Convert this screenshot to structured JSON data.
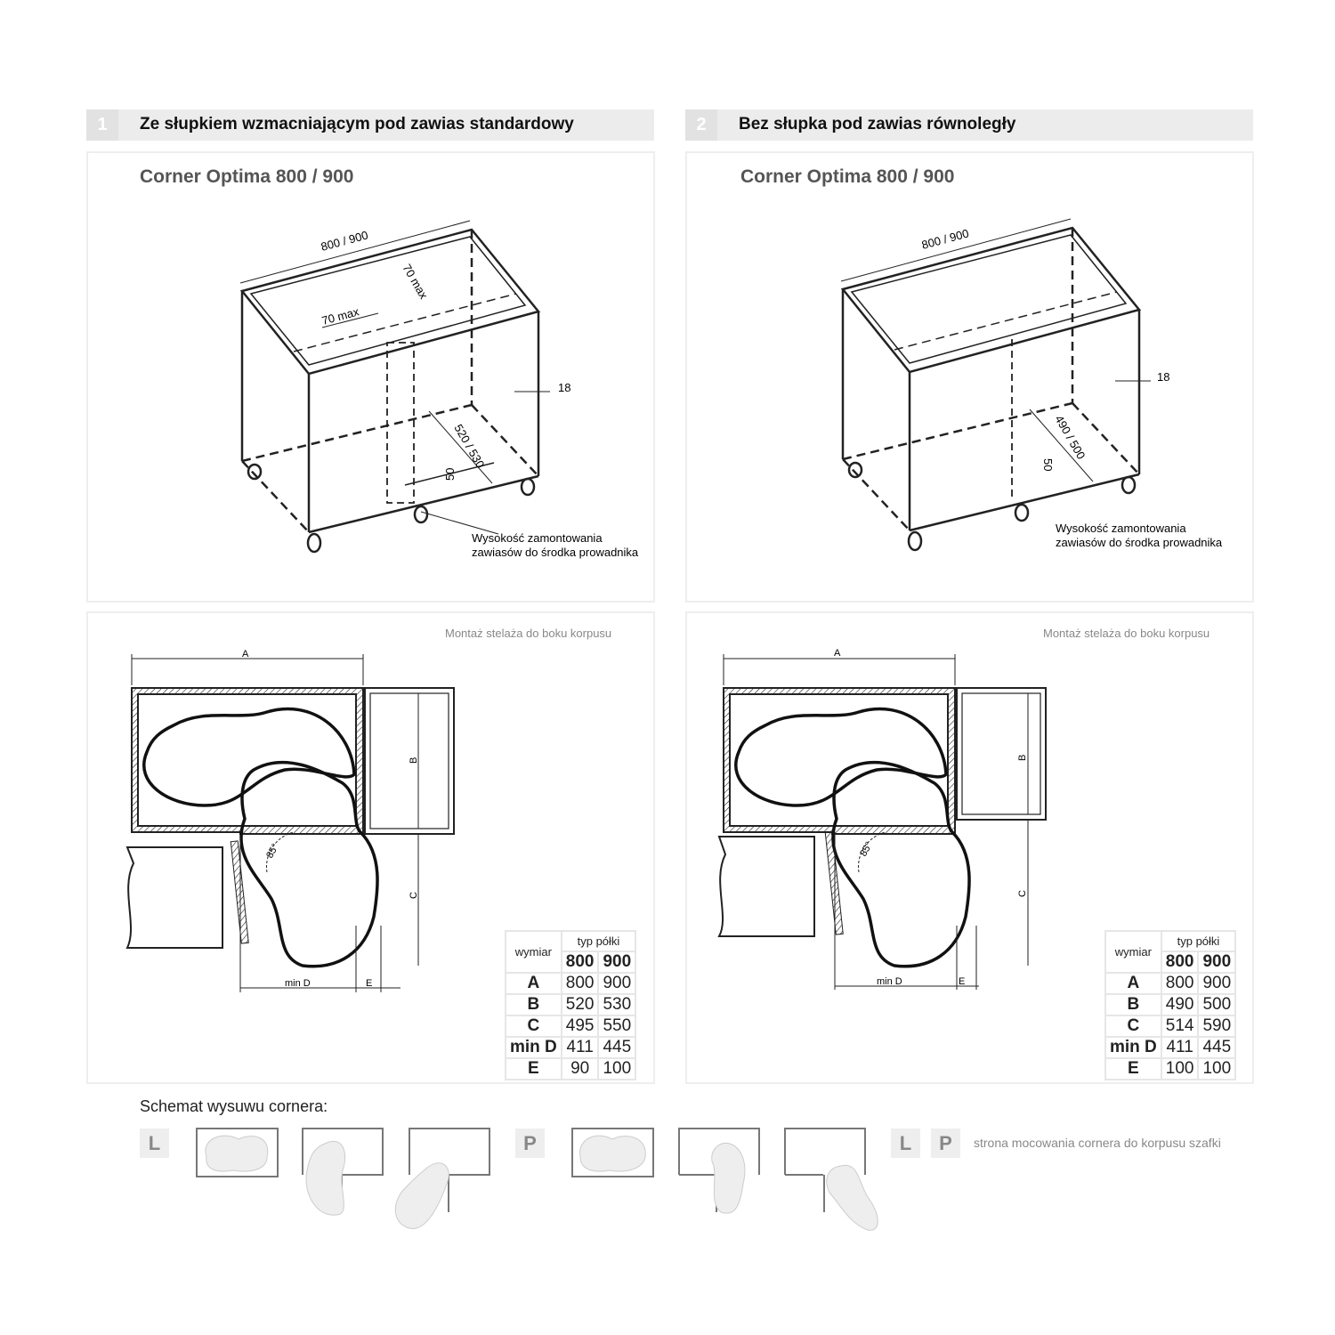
{
  "sections": [
    {
      "number": "1",
      "title": "Ze słupkiem wzmacniającym pod zawias standardowy",
      "product": "Corner Optima 800 / 900",
      "dims": {
        "width": "800 / 900",
        "post_depth": "70 max",
        "post_width": "70 max",
        "side": "18",
        "depth": "520 / 530",
        "height": "50",
        "caption_1": "Wysokość zamontowania",
        "caption_2": "zawiasów do środka prowadnika"
      },
      "mount_note": "Montaż stelaża do boku korpusu",
      "plan": {
        "a": "A",
        "b": "B",
        "c": "C",
        "d": "min D",
        "e": "E",
        "angle": "85°"
      },
      "table": {
        "h1": "wymiar",
        "h2": "typ półki",
        "c1": "800",
        "c2": "900",
        "rows": [
          {
            "k": "A",
            "v1": "800",
            "v2": "900"
          },
          {
            "k": "B",
            "v1": "520",
            "v2": "530"
          },
          {
            "k": "C",
            "v1": "495",
            "v2": "550"
          },
          {
            "k": "min D",
            "v1": "411",
            "v2": "445"
          },
          {
            "k": "E",
            "v1": "90",
            "v2": "100"
          }
        ]
      }
    },
    {
      "number": "2",
      "title": "Bez słupka pod zawias równoległy",
      "product": "Corner Optima 800 / 900",
      "dims": {
        "width": "800 / 900",
        "side": "18",
        "depth": "490 / 500",
        "height": "50",
        "caption_1": "Wysokość zamontowania",
        "caption_2": "zawiasów do środka prowadnika"
      },
      "mount_note": "Montaż stelaża do boku korpusu",
      "plan": {
        "a": "A",
        "b": "B",
        "c": "C",
        "d": "min D",
        "e": "E",
        "angle": "85°"
      },
      "table": {
        "h1": "wymiar",
        "h2": "typ półki",
        "c1": "800",
        "c2": "900",
        "rows": [
          {
            "k": "A",
            "v1": "800",
            "v2": "900"
          },
          {
            "k": "B",
            "v1": "490",
            "v2": "500"
          },
          {
            "k": "C",
            "v1": "514",
            "v2": "590"
          },
          {
            "k": "min D",
            "v1": "411",
            "v2": "445"
          },
          {
            "k": "E",
            "v1": "100",
            "v2": "100"
          }
        ]
      }
    }
  ],
  "schema": {
    "title": "Schemat wysuwu cornera:",
    "left": "L",
    "right": "P",
    "legend_l": "L",
    "legend_p": "P",
    "legend_text": "strona mocowania cornera do korpusu szafki"
  }
}
